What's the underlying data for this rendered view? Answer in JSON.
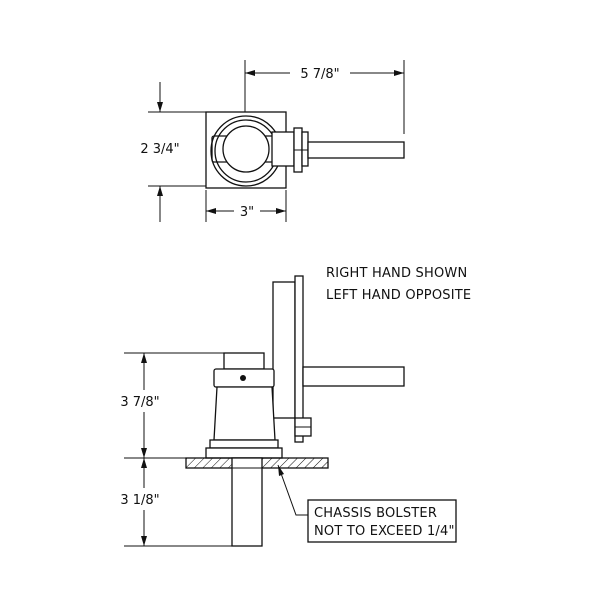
{
  "top_view": {
    "dim_overall_length": "5 7/8\"",
    "dim_height": "2 3/4\"",
    "dim_base_width": "3\""
  },
  "side_view": {
    "note_line1": "RIGHT HAND SHOWN",
    "note_line2": "LEFT HAND OPPOSITE",
    "dim_upper_height": "3 7/8\"",
    "dim_lower_height": "3 1/8\"",
    "callout_line1": "CHASSIS BOLSTER",
    "callout_line2": "NOT TO EXCEED 1/4\""
  },
  "colors": {
    "line": "#111111",
    "background": "#ffffff"
  }
}
